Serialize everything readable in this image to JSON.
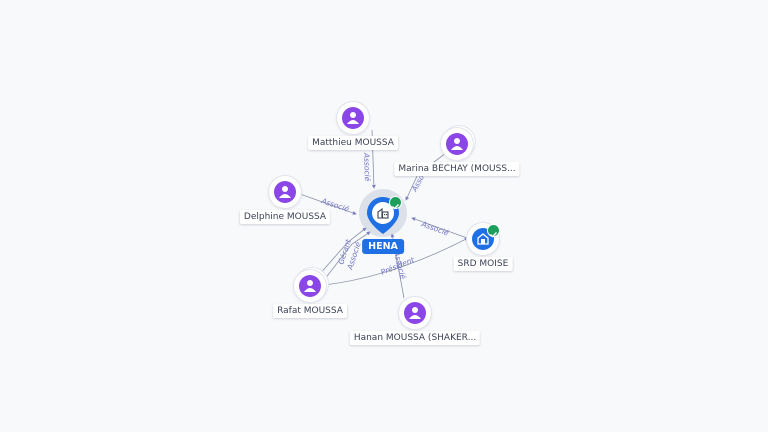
{
  "center": {
    "name": "HENA",
    "icon": "building-icon",
    "verified": true
  },
  "persons": [
    {
      "id": "matthieu",
      "name": "Matthieu MOUSSA"
    },
    {
      "id": "marina",
      "name": "Marina BECHAY (MOUSS..."
    },
    {
      "id": "delphine",
      "name": "Delphine MOUSSA"
    },
    {
      "id": "rafat",
      "name": "Rafat MOUSSA"
    },
    {
      "id": "hanan",
      "name": "Hanan MOUSSA (SHAKER..."
    }
  ],
  "companies": [
    {
      "id": "srd",
      "name": "SRD MOISE",
      "icon": "building-icon",
      "verified": true
    }
  ],
  "relations": [
    {
      "from": "matthieu",
      "to": "hena",
      "label": "Associé"
    },
    {
      "from": "marina",
      "to": "hena",
      "label": "Associé"
    },
    {
      "from": "delphine",
      "to": "hena",
      "label": "Associé"
    },
    {
      "from": "srd",
      "to": "hena",
      "label": "Associé"
    },
    {
      "from": "rafat",
      "to": "hena",
      "label": "Gérant"
    },
    {
      "from": "rafat",
      "to": "hena",
      "label": "Associé"
    },
    {
      "from": "rafat",
      "to": "srd",
      "label": "Président"
    },
    {
      "from": "hanan",
      "to": "hena",
      "label": "Associé"
    }
  ],
  "colors": {
    "person": "#8a46e6",
    "company": "#1f6fe5",
    "verified": "#1e9e5b",
    "edge": "#8a91a6",
    "edge_label": "#6f73c8"
  }
}
